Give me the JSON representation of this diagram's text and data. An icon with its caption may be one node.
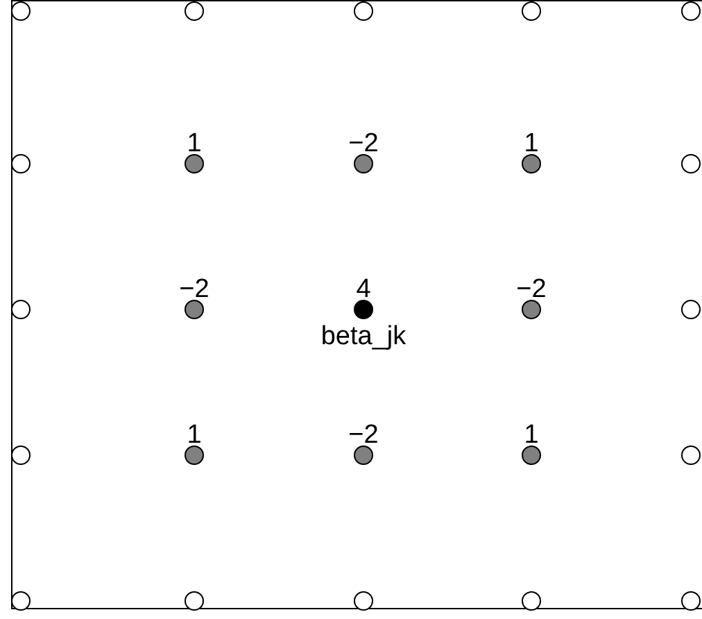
{
  "diagram": {
    "nodes": [
      {
        "text": [],
        "shape": "circle"
      },
      {
        "text": [],
        "shape": "circle"
      },
      {
        "text": [],
        "shape": "circle"
      },
      {
        "text": [],
        "shape": "circle"
      },
      {
        "text": [],
        "shape": "circle"
      },
      {
        "text": [],
        "shape": "circle"
      },
      {
        "text": [
          "1"
        ]
      },
      {
        "text": [
          "−2"
        ]
      },
      {
        "text": [
          "1"
        ]
      },
      {
        "text": [],
        "shape": "circle"
      },
      {
        "text": [],
        "shape": "circle"
      },
      {
        "text": [
          "−2"
        ]
      },
      {
        "text": [
          "4",
          "beta_jk"
        ]
      },
      {
        "text": [
          "−2"
        ]
      },
      {
        "text": [],
        "shape": "circle"
      },
      {
        "text": [],
        "shape": "circle"
      },
      {
        "text": [
          "1"
        ]
      },
      {
        "text": [
          "−2"
        ]
      },
      {
        "text": [
          "1"
        ]
      },
      {
        "text": [],
        "shape": "circle"
      },
      {
        "text": [],
        "shape": "circle"
      },
      {
        "text": [],
        "shape": "circle"
      },
      {
        "text": [],
        "shape": "circle"
      },
      {
        "text": [],
        "shape": "circle"
      },
      {
        "text": [],
        "shape": "circle"
      }
    ]
  }
}
